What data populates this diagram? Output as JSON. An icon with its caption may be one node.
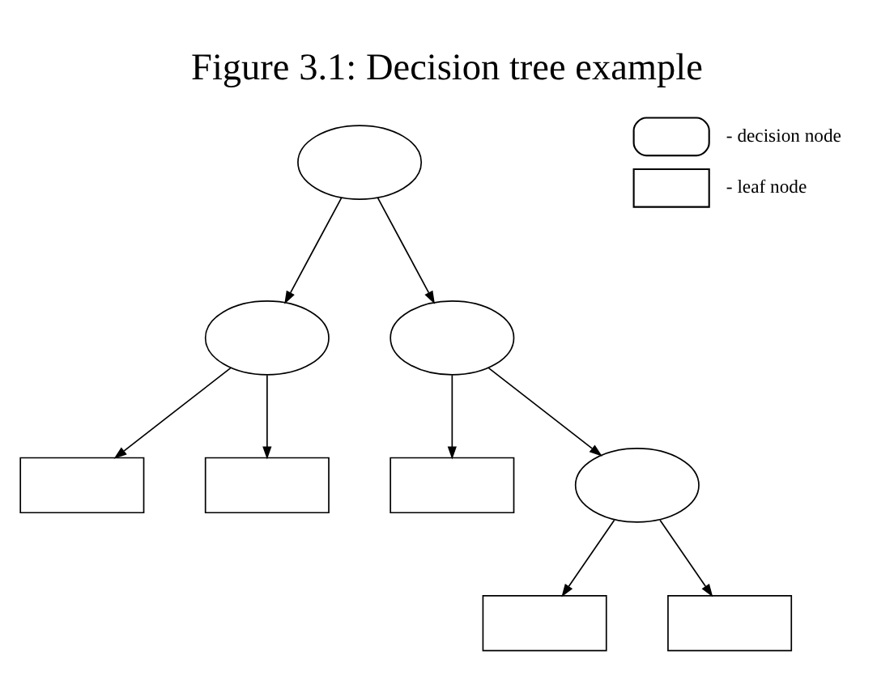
{
  "diagram": {
    "title": "Figure 3.1: Decision tree example",
    "nodes": [
      {
        "text": [],
        "shape": "ellipse"
      },
      {
        "text": [],
        "shape": "ellipse"
      },
      {
        "text": [],
        "shape": "ellipse"
      },
      {
        "text": [],
        "shape": "box"
      },
      {
        "text": [],
        "shape": "box"
      },
      {
        "text": [],
        "shape": "box"
      },
      {
        "text": [],
        "shape": "ellipse"
      },
      {
        "text": [],
        "shape": "box"
      },
      {
        "text": [],
        "shape": "box"
      }
    ],
    "edges": [
      {
        "from": 0,
        "to": 1,
        "arrow": "to"
      },
      {
        "from": 0,
        "to": 2,
        "arrow": "to"
      },
      {
        "from": 1,
        "to": 3,
        "arrow": "to"
      },
      {
        "from": 1,
        "to": 4,
        "arrow": "to"
      },
      {
        "from": 2,
        "to": 5,
        "arrow": "to"
      },
      {
        "from": 2,
        "to": 6,
        "arrow": "to"
      },
      {
        "from": 6,
        "to": 7,
        "arrow": "to"
      },
      {
        "from": 6,
        "to": 8,
        "arrow": "to"
      }
    ],
    "legend": [
      {
        "text": "- decision node"
      },
      {
        "text": "- leaf node"
      }
    ]
  }
}
